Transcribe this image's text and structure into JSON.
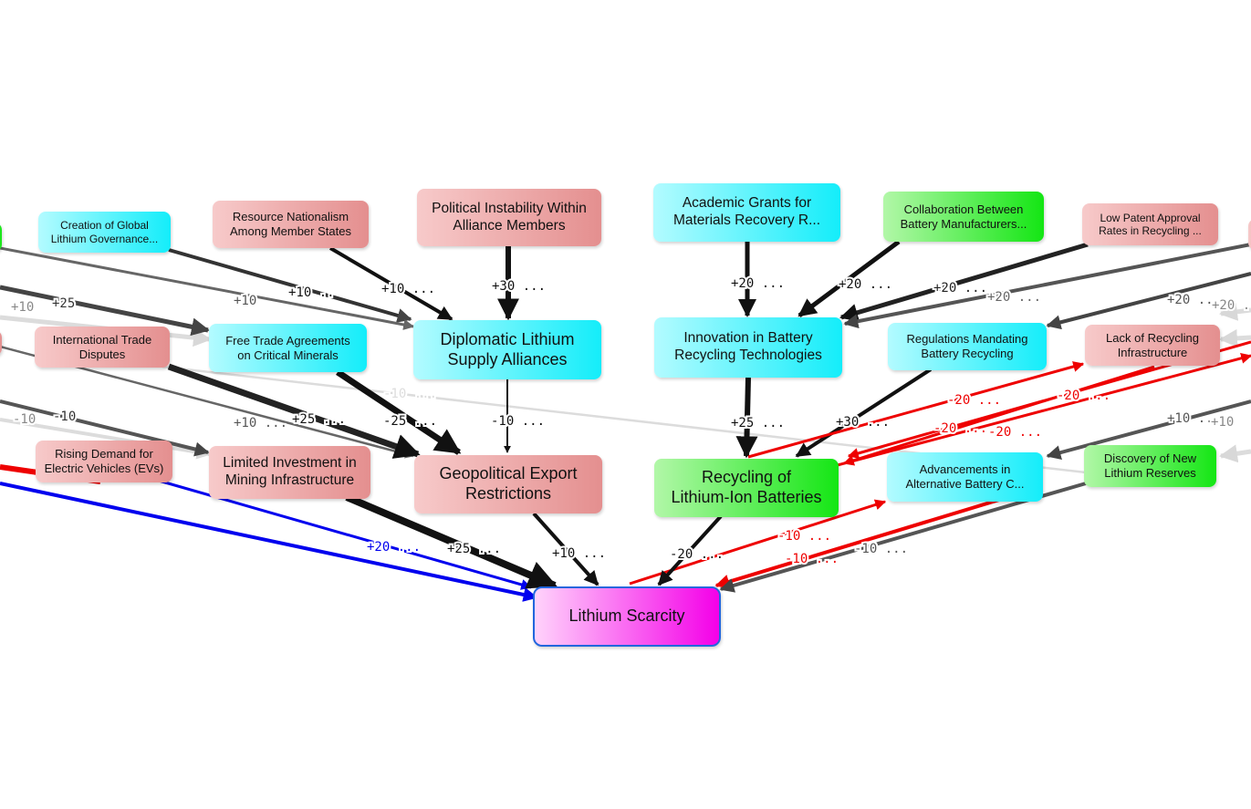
{
  "colors": {
    "red_node": "#e48f8f",
    "cyan_node": "#14edfa",
    "green_node": "#14e614",
    "target_node": "#f400e8",
    "target_border": "#2266dd",
    "increase_edge": "#111111",
    "decrease_edge": "#ee0000",
    "highlight_edge": "#0000ee"
  },
  "nodes": {
    "target": "Lithium Scarcity",
    "creation_governance": "Creation of Global\nLithium Governance...",
    "resource_nationalism": "Resource Nationalism\nAmong Member States",
    "political_instability": "Political Instability Within\nAlliance Members",
    "academic_grants": "Academic Grants for\nMaterials Recovery R...",
    "collaboration": "Collaboration Between\nBattery Manufacturers...",
    "low_patent": "Low Patent Approval\nRates in Recycling ...",
    "intl_trade": "International Trade\nDisputes",
    "free_trade": "Free Trade Agreements\non Critical Minerals",
    "diplomatic": "Diplomatic Lithium\nSupply Alliances",
    "innovation": "Innovation in Battery\nRecycling Technologies",
    "regulations": "Regulations Mandating\nBattery Recycling",
    "lack_recycling": "Lack of Recycling\nInfrastructure",
    "rising_demand": "Rising Demand for\nElectric Vehicles (EVs)",
    "limited_investment": "Limited Investment in\nMining Infrastructure",
    "geopolitical": "Geopolitical Export\nRestrictions",
    "recycling_liion": "Recycling of\nLithium-Ion Batteries",
    "advancements": "Advancements in\nAlternative Battery C...",
    "discovery": "Discovery of New\nLithium Reserves"
  },
  "edge_labels": {
    "resource_to_diplomatic": "+10 ...",
    "political_to_diplomatic": "+30 ...",
    "creation_to_diplomatic_a": "+10 ..",
    "creation_to_diplomatic_b": "+10",
    "left_far_a": "+10",
    "left_far_b": "+25",
    "academic_to_innovation": "+20 ...",
    "collab_to_innovation": "+20 ...",
    "lowpatent_to_innovation": "+20 ...",
    "far_to_innovation": "+20 ...",
    "far_to_regulations_a": "+20 ..",
    "far_to_regulations_b": "+20 ..",
    "free_trade_to_geo": "-25 ...",
    "intl_to_geo": "+25 ...",
    "left_to_geo": "+10 ...",
    "diplomatic_to_geo": "-10 ...",
    "long_gray": "-10 ...",
    "left_to_limited_a": "-10",
    "left_to_limited_b": "-10",
    "innovation_to_recycling": "+25 ...",
    "regulations_to_recycling": "+30 ...",
    "red_1": "-20 ...",
    "red_2": "-20 ...",
    "red_3": "-20 ...",
    "red_4": "-20 ...",
    "right_to_advancements_a": "+10 ...",
    "right_to_advancements_b": "+10",
    "demand_to_target": "+20 ...",
    "limited_to_target": "+25 ...",
    "geo_to_target": "+10 ...",
    "recycling_to_target": "-20 ...",
    "target_to_advancements": "-10 ...",
    "advancements_to_target": "-10 ...",
    "discovery_to_target": "-10 ..."
  }
}
